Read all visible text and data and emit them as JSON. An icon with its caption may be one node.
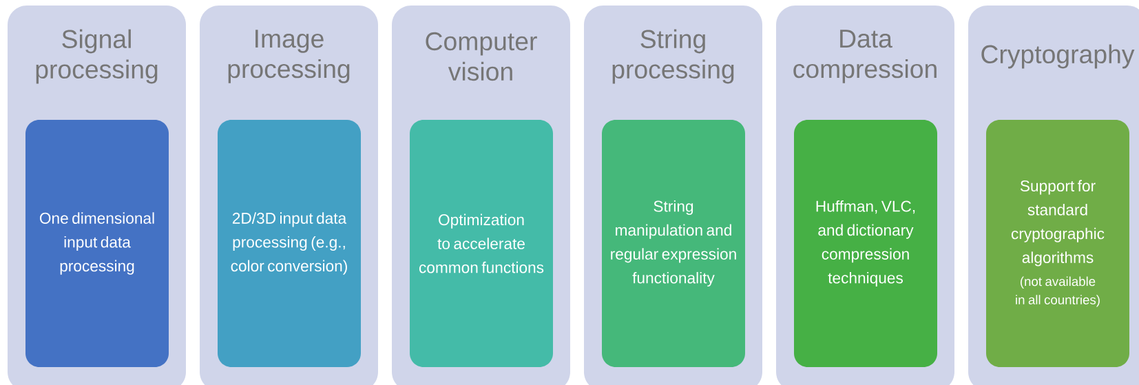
{
  "diagram": {
    "nodes": [
      {
        "text": [
          "Signal processing"
        ]
      },
      {
        "text": [
          "One dimensional input data processing"
        ],
        "in": 0
      },
      {
        "text": [
          "Image processing"
        ]
      },
      {
        "text": [
          "2D/3D input data processing (e.g., color conversion)"
        ],
        "in": 2
      },
      {
        "text": [
          "Computer vision"
        ]
      },
      {
        "text": [
          "Optimization to accelerate common functions"
        ],
        "in": 4
      },
      {
        "text": [
          "String processing"
        ]
      },
      {
        "text": [
          "String manipulation and regular expression functionality"
        ],
        "in": 6
      },
      {
        "text": [
          "Data compression"
        ]
      },
      {
        "text": [
          "Huffman, VLC, and dictionary compression techniques"
        ],
        "in": 8
      },
      {
        "text": [
          "Cryptography"
        ]
      },
      {
        "text": [
          "Support for standard cryptographic algorithms",
          "(not available in all countries)"
        ],
        "in": 10
      }
    ]
  }
}
